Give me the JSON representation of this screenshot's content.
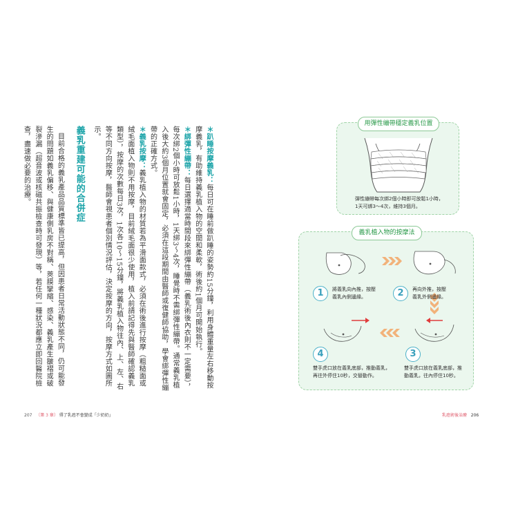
{
  "body": {
    "p1_head": "趴睡按摩義乳：",
    "p1_text": "每日可在睡前做趴睡的姿勢約15分鐘，利用身體重量左右移動按摩義乳，有助維持義乳植入物的空間和柔軟，術後約1個月可開始執行。",
    "p2_head": "綁彈性繃帶：",
    "p2_text": "每日選擇適當時間段來綁彈性繃帶（義乳術後內衣則不一定需要），每次綁2個小時可放鬆1小時，1天綁3～4次，睡覺時不需綁彈性繃帶。通常義乳植入後大約3個月位置就會固定，必須在這段期間由醫師或復健師協助，學會綁彈性繃帶的正確方式。",
    "p3_head": "義乳按摩：",
    "p3_text": "義乳植入物的材質若為平滑面款式，必須在術後進行按摩（粗糙面或絨毛面植入物則不用按摩，目前絨毛面很少使用，植入前請記得先與醫師確認義乳類型），按摩的次數每日3次，1次各10～15分鐘，將義乳植入物往內、上、左、右等不同方向按摩，醫師會視患者個別情況評估，決定按摩的方向，按摩方式如圖所示。",
    "heading": "義乳重建可能的合併症",
    "p4": "目前合格的義乳產品品質標準皆已提高，但因患者日常活動狀態不同，仍可能發生的問題如義乳偏移、與健康側乳房不對稱、莢膜攣縮、感染、義乳產生皺褶或破裂滲漏（超音波或核磁共振檢查時可發現）等，若任何一種狀況都應立即回醫院檢查，盡速做必要的治療。"
  },
  "panel1": {
    "title": "用彈性繃帶穩定義乳位置",
    "caption_line1": "彈性繃帶每次綁2個小時即可放鬆1小時，",
    "caption_line2": "1天可綁3～4次，維持3個月。"
  },
  "panel2": {
    "title": "義乳植入物的按摩法",
    "steps": [
      {
        "num": "1",
        "line1": "將義乳向內推，按壓",
        "line2": "義乳內側邊緣。"
      },
      {
        "num": "2",
        "line1": "再向外推，按壓",
        "line2": "義乳外側邊緣。"
      },
      {
        "num": "3",
        "line1": "雙手虎口放在義乳底部，推",
        "line2": "動義乳，往內停住10秒。"
      },
      {
        "num": "4",
        "line1": "雙手虎口放在義乳底部，推動義乳，",
        "line2": "再往外停住10秒，交替動作。"
      }
    ]
  },
  "footer": {
    "left_page": "207",
    "left_chapter": "〔第 3 章〕",
    "left_title": "得了乳癌不會變成「少奶奶」",
    "right_title": "乳癌術後治療",
    "right_page": "206"
  },
  "colors": {
    "teal": "#1aa3a8",
    "panel_bg": "#ebf7ee",
    "pink": "#e06070",
    "arrow_red": "#e03c3c",
    "chevron": "#f2b27a"
  }
}
